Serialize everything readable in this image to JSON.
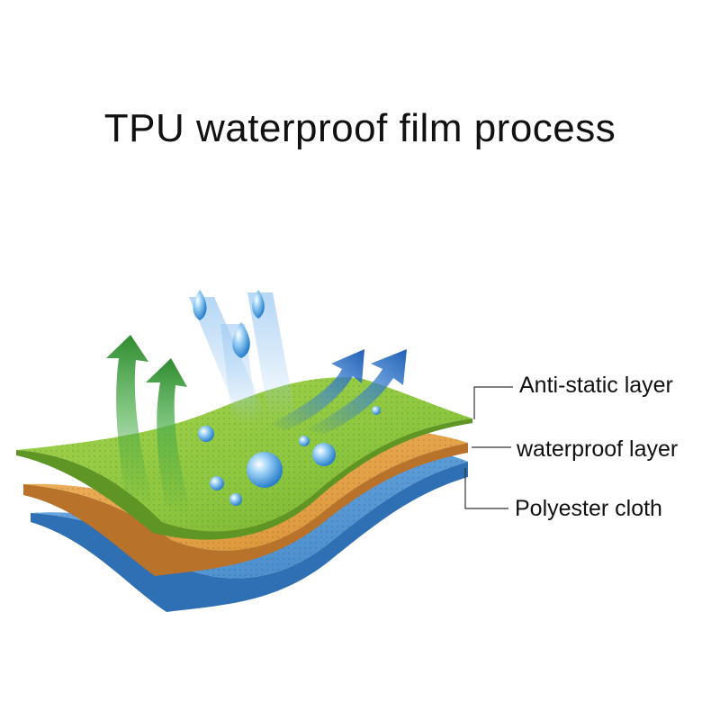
{
  "title": "TPU waterproof film process",
  "layers": [
    {
      "label": "Anti-static layer",
      "color": "#8cc63f"
    },
    {
      "label": "waterproof layer",
      "color": "#e8a54b"
    },
    {
      "label": "Polyester cloth",
      "color": "#5b9bd5"
    }
  ],
  "arrows": {
    "vapor_color": "#3a9b3a",
    "water_color": "#2a6fc4"
  }
}
